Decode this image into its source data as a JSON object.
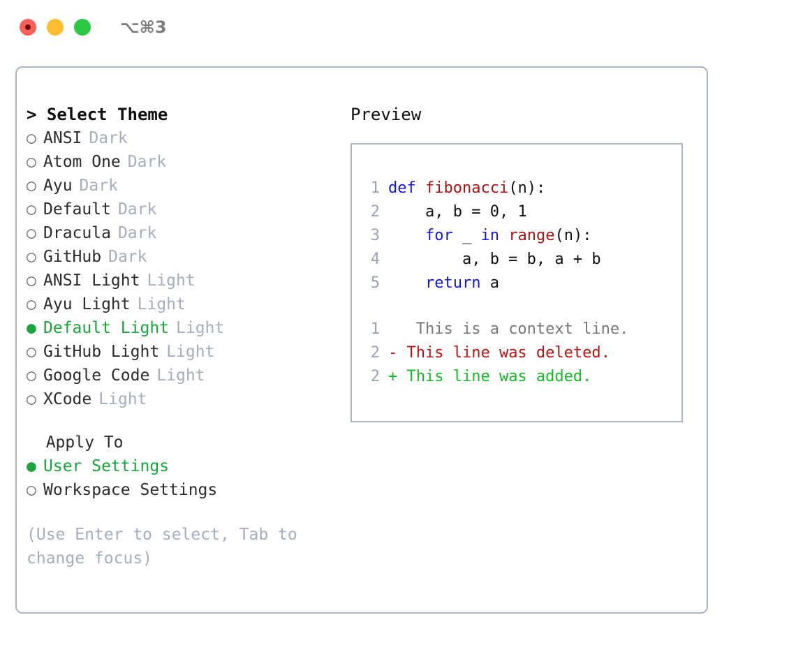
{
  "titlebar": {
    "traffic_lights": [
      {
        "name": "close",
        "color": "#fb5f5a"
      },
      {
        "name": "minimize",
        "color": "#ffbd2f"
      },
      {
        "name": "zoom",
        "color": "#2bc942"
      }
    ],
    "shortcut": "⌥⌘3"
  },
  "theme_picker": {
    "header": "> Select Theme",
    "options": [
      {
        "bullet": "○",
        "label": "ANSI",
        "tag": "Dark",
        "selected": false
      },
      {
        "bullet": "○",
        "label": "Atom One",
        "tag": "Dark",
        "selected": false
      },
      {
        "bullet": "○",
        "label": "Ayu",
        "tag": "Dark",
        "selected": false
      },
      {
        "bullet": "○",
        "label": "Default",
        "tag": "Dark",
        "selected": false
      },
      {
        "bullet": "○",
        "label": "Dracula",
        "tag": "Dark",
        "selected": false
      },
      {
        "bullet": "○",
        "label": "GitHub",
        "tag": "Dark",
        "selected": false
      },
      {
        "bullet": "○",
        "label": "ANSI Light",
        "tag": "Light",
        "selected": false
      },
      {
        "bullet": "○",
        "label": "Ayu Light",
        "tag": "Light",
        "selected": false
      },
      {
        "bullet": "●",
        "label": "Default Light",
        "tag": "Light",
        "selected": true
      },
      {
        "bullet": "○",
        "label": "GitHub Light",
        "tag": "Light",
        "selected": false
      },
      {
        "bullet": "○",
        "label": "Google Code",
        "tag": "Light",
        "selected": false
      },
      {
        "bullet": "○",
        "label": "XCode",
        "tag": "Light",
        "selected": false
      }
    ]
  },
  "apply_to": {
    "title": "  Apply To",
    "options": [
      {
        "bullet": "●",
        "label": "User Settings",
        "selected": true
      },
      {
        "bullet": "○",
        "label": "Workspace Settings",
        "selected": false
      }
    ]
  },
  "hint": "(Use Enter to select, Tab to change focus)",
  "preview": {
    "title": "Preview",
    "code_lines": [
      {
        "no": "1",
        "tokens": [
          {
            "t": "def ",
            "c": "kw"
          },
          {
            "t": "fibonacci",
            "c": "fn"
          },
          {
            "t": "(n):",
            "c": "plain"
          }
        ]
      },
      {
        "no": "2",
        "tokens": [
          {
            "t": "    a, b = 0, 1",
            "c": "plain"
          }
        ]
      },
      {
        "no": "3",
        "tokens": [
          {
            "t": "    ",
            "c": "plain"
          },
          {
            "t": "for",
            "c": "kw"
          },
          {
            "t": " _ ",
            "c": "plain"
          },
          {
            "t": "in",
            "c": "kw"
          },
          {
            "t": " ",
            "c": "plain"
          },
          {
            "t": "range",
            "c": "fn"
          },
          {
            "t": "(n):",
            "c": "plain"
          }
        ]
      },
      {
        "no": "4",
        "tokens": [
          {
            "t": "        a, b = b, a + b",
            "c": "plain"
          }
        ]
      },
      {
        "no": "5",
        "tokens": [
          {
            "t": "    ",
            "c": "plain"
          },
          {
            "t": "return",
            "c": "kw"
          },
          {
            "t": " a",
            "c": "plain"
          }
        ]
      }
    ],
    "diff_lines": [
      {
        "no": "1",
        "marker": " ",
        "text": "  This is a context line.",
        "kind": "ctx"
      },
      {
        "no": "2",
        "marker": "-",
        "text": " This line was deleted.",
        "kind": "del"
      },
      {
        "no": "2",
        "marker": "+",
        "text": " This line was added.",
        "kind": "add"
      }
    ]
  },
  "colors": {
    "accent_green": "#16a637",
    "muted": "#a5aebd",
    "keyword": "#1414e0",
    "function": "#aa1111",
    "diff_add": "#11bb22",
    "diff_del": "#bb1111",
    "border": "#aab4c2"
  }
}
